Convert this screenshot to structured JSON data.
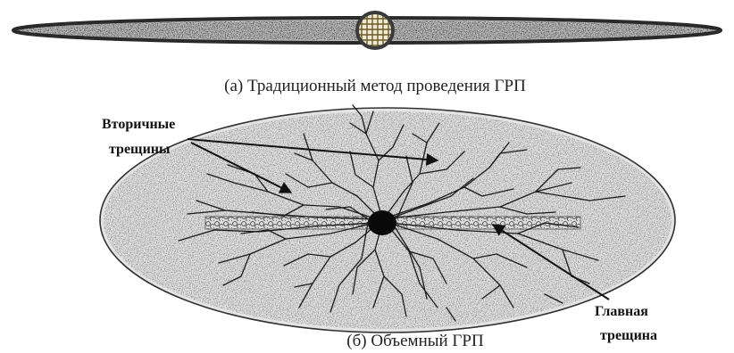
{
  "captions": {
    "top": "(а) Традиционный метод проведения ГРП",
    "bottom": "(б) Объемный ГРП"
  },
  "labels": {
    "secondary_line1": "Вторичные",
    "secondary_line2": "трещины",
    "main_line1": "Главная",
    "main_line2": "трещина"
  },
  "colors": {
    "ink": "#111111",
    "stipple_fill": "#e6e6e6",
    "thin_fracture_fill": "#b8b8b8",
    "wellbore": "#0a0a0a"
  }
}
